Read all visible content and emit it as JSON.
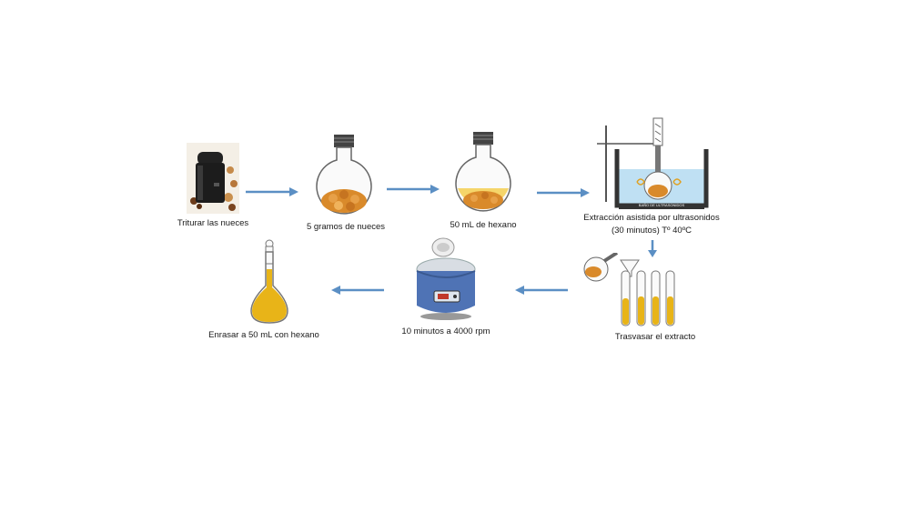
{
  "steps": [
    {
      "id": "grind",
      "label": "Triturar las nueces",
      "icon": "coffee-grinder-icon"
    },
    {
      "id": "weigh",
      "label": "5 gramos de nueces",
      "icon": "round-flask-with-nuts-icon"
    },
    {
      "id": "solvent",
      "label": "50 mL de hexano",
      "icon": "round-flask-with-hexane-icon"
    },
    {
      "id": "ultrasound",
      "label_line1": "Extracción asistida por ultrasonidos",
      "label_line2": "(30 minutos) Tº 40ºC",
      "icon": "ultrasonic-bath-icon",
      "bath_text": "BAÑO DE ULTRASONIDOS"
    },
    {
      "id": "transfer",
      "label": "Trasvasar el extracto",
      "icon": "test-tubes-funnel-icon"
    },
    {
      "id": "centrifuge",
      "label": "10 minutos a 4000 rpm",
      "icon": "centrifuge-icon"
    },
    {
      "id": "make-up",
      "label": "Enrasar a 50 mL con hexano",
      "icon": "volumetric-flask-icon"
    }
  ],
  "colors": {
    "arrow": "#5b8fc4",
    "liquid": "#e8b418",
    "nuts": "#d98a2b",
    "glass": "#7a7a7a",
    "water": "#bfe0f3"
  }
}
